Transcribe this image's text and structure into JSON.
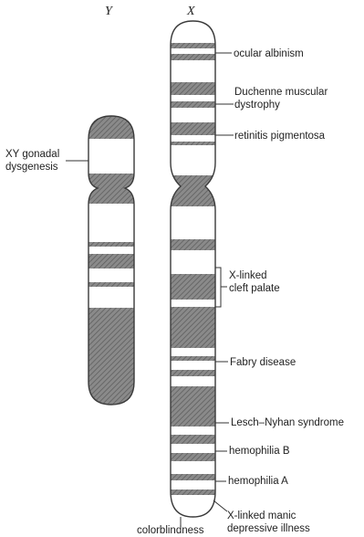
{
  "chromosomes": {
    "y": {
      "title": "Y",
      "labels": {
        "gonadal_line1": "XY gonadal",
        "gonadal_line2": "dysgenesis"
      }
    },
    "x": {
      "title": "X",
      "labels": {
        "ocular_albinism": "ocular albinism",
        "duchenne_line1": "Duchenne muscular",
        "duchenne_line2": "dystrophy",
        "retinitis_pigmentosa": "retinitis pigmentosa",
        "cleft_line1": "X-linked",
        "cleft_line2": "cleft palate",
        "fabry_disease": "Fabry disease",
        "lesch_nyhan": "Lesch–Nyhan syndrome",
        "hemophilia_b": "hemophilia B",
        "hemophilia_a": "hemophilia A",
        "manic_line1": "X-linked manic",
        "manic_line2": "depressive illness",
        "colorblindness": "colorblindness"
      }
    }
  },
  "colors": {
    "band": "#7d7d7d",
    "outline": "#3a3a3a",
    "text": "#222222"
  }
}
